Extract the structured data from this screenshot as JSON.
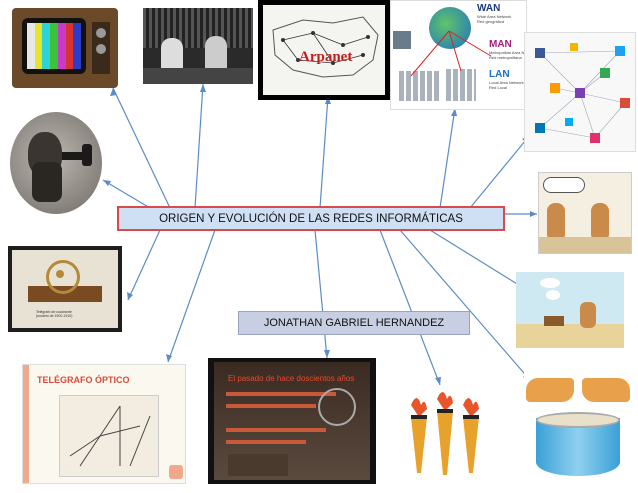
{
  "title_box": {
    "label": "ORIGEN Y EVOLUCIÓN DE LAS REDES INFORMÁTICAS"
  },
  "author_box": {
    "label": "JONATHAN GABRIEL HERNANDEZ"
  },
  "images": {
    "arpanet": {
      "caption": "Arpanet"
    },
    "network_types": {
      "wan": "WAN",
      "wan_sub": "Wide Area Network\nRed geográfica",
      "man": "MAN",
      "man_sub": "Metropolitan Area Network\nRed metropolitana",
      "lan": "LAN",
      "lan_sub": "Local Area Network\nRed Local"
    },
    "telegraph_electric": {
      "caption": "Telégrafo de cuadrante\n(modelo de 1900-1910)"
    },
    "telegraph_optical": {
      "title": "TELÉGRAFO ÓPTICO"
    },
    "history_slide": {
      "title": "El pasado de hace doscientos años"
    }
  },
  "colors": {
    "connector": "#5b8cc6",
    "box_fill": "#cfe0f4",
    "box_border": "#d94a4a",
    "author_fill": "#c9cfe3"
  }
}
